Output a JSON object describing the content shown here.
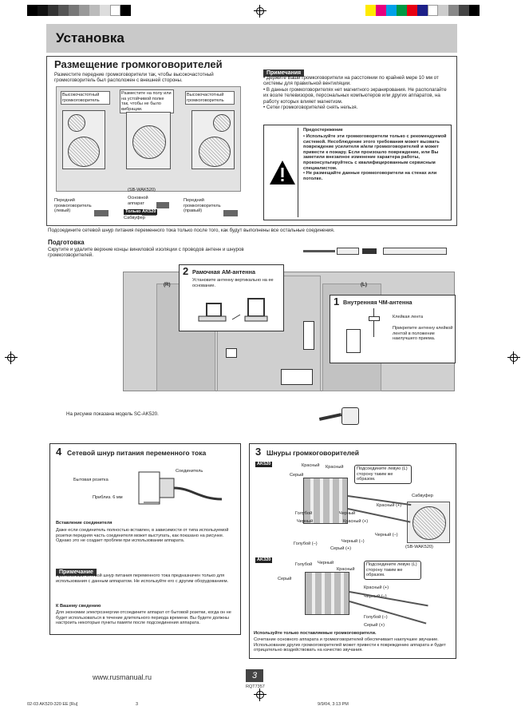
{
  "header": {
    "title": "Установка"
  },
  "placement": {
    "title": "Размещение громкоговорителей",
    "intro": "Разместите передние громкоговорители так, чтобы высокочастотный громкоговоритель был расположен с внешней стороны.",
    "tweeter_left": "Высокочастотный громкоговоритель",
    "floor_note": "Разместите на полу или на устойчивой полке так, чтобы не было вибрации.",
    "tweeter_right": "Высокочастотный громкоговоритель",
    "sub_model": "(SB-WAK520)",
    "main_unit": "Основной аппарат",
    "front_left": "Передний громкоговоритель (левый)",
    "only_tag": "Только AK520",
    "subwoofer": "Сабвуфер",
    "front_right": "Передний громкоговоритель (правый)"
  },
  "notes": {
    "tag": "Примечания",
    "items": [
      "Держите Ваши громкоговорители на расстоянии по крайней мере 10 мм от системы для правильной вентиляции.",
      "В данных громкоговорителях нет магнитного экранирования. Не располагайте их возле телевизоров, персональных компьютеров или других аппаратов, на работу которых влияет магнетизм.",
      "Сетки громкоговорителей снять нельзя."
    ]
  },
  "caution": {
    "title": "Предостережение",
    "items": [
      "Используйте эти громкоговорители только с рекомендуемой системой. Несоблюдение этого требования может вызвать повреждение усилителя и/или громкоговорителей и может привести к пожару. Если произошло повреждение, или Вы заметили внезапное изменение характера работы, проконсультируйтесь с квалифицированным сервисным специалистом.",
      "Не размещайте данные громкоговорители на стенах или потолке."
    ]
  },
  "connect_note": "Подсоедините сетевой шнур питания переменного тока только после того, как будут выполнены все остальные соединения.",
  "prep": {
    "title": "Подготовка",
    "text": "Скрутите и удалите верхние концы виниловой изоляции с проводов антенн и шнуров громкоговорителей."
  },
  "diagram": {
    "r_label": "(R)",
    "l_label": "(L)",
    "am_num": "2",
    "am_title": "Рамочная АМ-антенна",
    "am_text": "Установите антенну вертикально на ее основание.",
    "fm_num": "1",
    "fm_title": "Внутренняя ЧМ-антенна",
    "fm_tape": "Клейкая лента",
    "fm_text": "Прикрепите антенну клейкой лентой в положение наилучшего приема.",
    "model_note": "На рисунке показана модель SC-AK520."
  },
  "power": {
    "num": "4",
    "title": "Сетевой шнур питания переменного тока",
    "connector": "Соединитель",
    "outlet": "Бытовая розетка",
    "approx": "Приблиз. 6 мм",
    "insert_title": "Вставление соединителя",
    "insert_text": "Даже если соединитель полностью вставлен, в зависимости от типа используемой розетки передняя часть соединителя может выступать, как показано на рисунке.",
    "insert_text2": "Однако это не создает проблем при использовании аппарата.",
    "note_tag": "Примечание",
    "note_text": "Прилагаемый сетевой шнур питания переменного тока предназначен только для использования с данным аппаратом. Не используйте его с другим оборудованием.",
    "info_title": "К Вашему сведению",
    "info_text": "Для экономии электроэнергии отсоедините аппарат от бытовой розетки, когда он не будет использоваться в течение длительного периода времени. Вы будете должны настроить некоторые пункты памяти после подсоединения аппарата."
  },
  "cords": {
    "num": "3",
    "title": "Шнуры громкоговорителей",
    "ak520": "AK520",
    "ak320": "AK320",
    "red": "Красный",
    "gray": "Серый",
    "blue": "Голубой",
    "black": "Черный",
    "connect_left": "Подсоедините левую (L) сторону таким же образом.",
    "subwoofer": "Сабвуфер",
    "sub_model": "(SB-WAK520)",
    "red_plus": "Красный (+)",
    "black_minus": "Черный (–)",
    "blue_minus": "Голубой (–)",
    "gray_plus": "Серый (+)",
    "use_only_title": "Используйте только поставляемые громкоговорители.",
    "use_only_text": "Сочетание основного аппарата и громкоговорителей обеспечивает наилучшее звучание. Использование других громкоговорителей может привести к повреждению аппарата и будет отрицательно воздействовать на качество звучания."
  },
  "footer": {
    "site": "www.rusmanual.ru",
    "page": "3",
    "code": "RQT7357",
    "file": "02-03 AK520-320 EE [Ru]",
    "page_small": "3",
    "date": "9/9/04, 3:13 PM"
  }
}
